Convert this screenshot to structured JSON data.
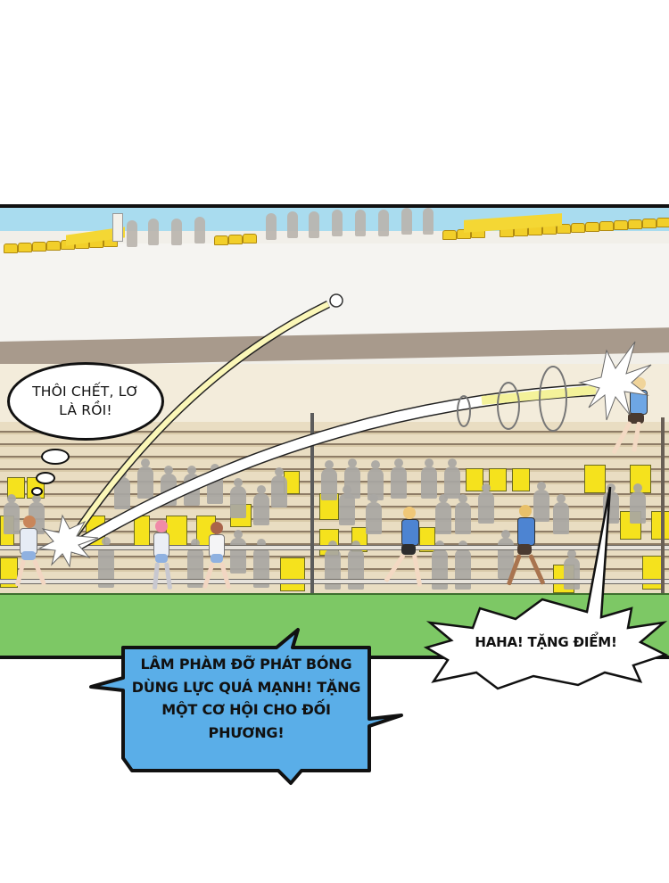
{
  "scene": {
    "description": "Manga panel: volleyball match in an arena with yellow stands and grey crowd",
    "colors": {
      "court_green": "#7dc865",
      "seat_yellow": "#f5e21d",
      "caption_blue": "#5aaee8",
      "panel_border": "#111111",
      "sky_blue": "#a9dcef"
    }
  },
  "bubbles": {
    "thought": {
      "line1": "THÔI CHẾT, LƠ",
      "line2": "LÀ RỒI!"
    },
    "caption": {
      "line1": "LÂM PHÀM ĐỠ PHÁT BÓNG",
      "line2": "DÙNG LỰC QUÁ MẠNH! TẶNG",
      "line3": "MỘT CƠ HỘI CHO ĐỐI",
      "line4": "PHƯƠNG!"
    },
    "shout": {
      "text": "HAHA! TẶNG ĐIỂM!"
    }
  }
}
